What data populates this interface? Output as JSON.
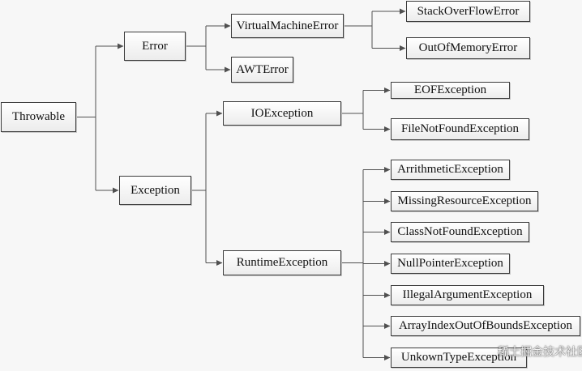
{
  "colors": {
    "background": "#f7f7f7",
    "node_border": "#3c3c3c",
    "connector": "#505050"
  },
  "nodes": {
    "throwable": "Throwable",
    "error": "Error",
    "exception": "Exception",
    "virtual_machine_error": "VirtualMachineError",
    "awt_error": "AWTError",
    "stack_overflow_error": "StackOverFlowError",
    "out_of_memory_error": "OutOfMemoryError",
    "io_exception": "IOException",
    "runtime_exception": "RuntimeException",
    "eof_exception": "EOFException",
    "file_not_found_exception": "FileNotFoundException",
    "arithmetic_exception": "ArrithmeticException",
    "missing_resource_exception": "MissingResourceException",
    "class_not_found_exception": "ClassNotFoundException",
    "null_pointer_exception": "NullPointerException",
    "illegal_argument_exception": "IllegalArgumentException",
    "array_index_out_of_bounds_exception": "ArrayIndexOutOfBoundsException",
    "unknown_type_exception": "UnkownTypeException"
  },
  "edges": [
    [
      "throwable",
      "error"
    ],
    [
      "throwable",
      "exception"
    ],
    [
      "error",
      "virtual_machine_error"
    ],
    [
      "error",
      "awt_error"
    ],
    [
      "virtual_machine_error",
      "stack_overflow_error"
    ],
    [
      "virtual_machine_error",
      "out_of_memory_error"
    ],
    [
      "exception",
      "io_exception"
    ],
    [
      "exception",
      "runtime_exception"
    ],
    [
      "io_exception",
      "eof_exception"
    ],
    [
      "io_exception",
      "file_not_found_exception"
    ],
    [
      "runtime_exception",
      "arithmetic_exception"
    ],
    [
      "runtime_exception",
      "missing_resource_exception"
    ],
    [
      "runtime_exception",
      "class_not_found_exception"
    ],
    [
      "runtime_exception",
      "null_pointer_exception"
    ],
    [
      "runtime_exception",
      "illegal_argument_exception"
    ],
    [
      "runtime_exception",
      "array_index_out_of_bounds_exception"
    ],
    [
      "runtime_exception",
      "unknown_type_exception"
    ]
  ],
  "watermark": "稀土掘金技术社区"
}
